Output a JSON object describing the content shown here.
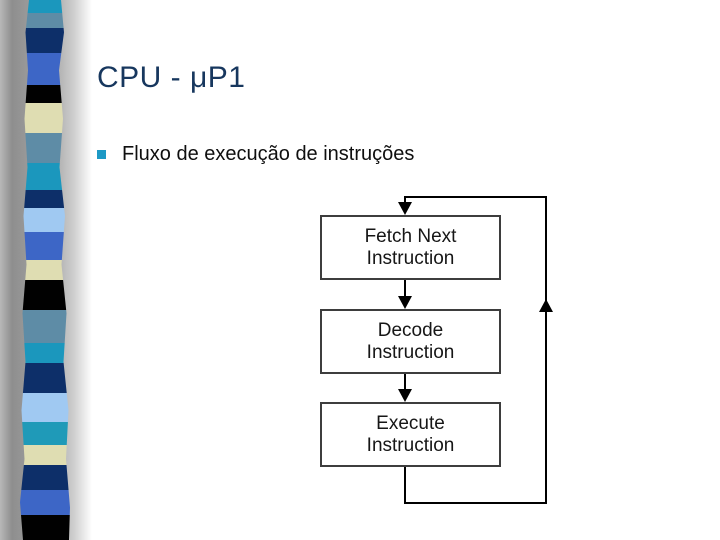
{
  "slide": {
    "background": "#ffffff",
    "title": {
      "text": "CPU - μP1",
      "color": "#17375e"
    },
    "bullet": {
      "text": "Fluxo de execução de instruções",
      "text_color": "#0f0f0f",
      "marker_color": "#1d99c5"
    }
  },
  "sidebar": {
    "gradient_start": "#8e8e8e",
    "gradient_end": "#ffffff",
    "stripes": [
      {
        "color": "#1b97bd",
        "height": 13
      },
      {
        "color": "#5e8ca6",
        "height": 15
      },
      {
        "color": "#0d2f69",
        "height": 25
      },
      {
        "color": "#3d66c6",
        "height": 32
      },
      {
        "color": "#010101",
        "height": 18
      },
      {
        "color": "#dfddb2",
        "height": 30
      },
      {
        "color": "#5e8ca6",
        "height": 30
      },
      {
        "color": "#1b97bd",
        "height": 27
      },
      {
        "color": "#0d2f69",
        "height": 18
      },
      {
        "color": "#a0c9f2",
        "height": 24
      },
      {
        "color": "#3d66c6",
        "height": 28
      },
      {
        "color": "#dfddb2",
        "height": 20
      },
      {
        "color": "#010101",
        "height": 30
      },
      {
        "color": "#5e8ca6",
        "height": 33
      },
      {
        "color": "#1b97bd",
        "height": 20
      },
      {
        "color": "#0d2f69",
        "height": 30
      },
      {
        "color": "#a0c9f2",
        "height": 29
      },
      {
        "color": "#1f9ab8",
        "height": 23
      },
      {
        "color": "#dfddb2",
        "height": 20
      },
      {
        "color": "#0d2f69",
        "height": 25
      },
      {
        "color": "#3d66c6",
        "height": 25
      },
      {
        "color": "#010101",
        "height": 25
      }
    ]
  },
  "flowchart": {
    "line_color": "#000000",
    "box_border_color": "#3d3d3d",
    "boxes": [
      {
        "id": "fetch",
        "label": "Fetch Next\nInstruction"
      },
      {
        "id": "decode",
        "label": "Decode\nInstruction"
      },
      {
        "id": "execute",
        "label": "Execute\nInstruction"
      }
    ],
    "edges": [
      {
        "from": "fetch",
        "to": "decode",
        "type": "down-arrow"
      },
      {
        "from": "decode",
        "to": "execute",
        "type": "down-arrow"
      },
      {
        "from": "execute",
        "to": "fetch",
        "type": "loop-right-side"
      }
    ]
  }
}
